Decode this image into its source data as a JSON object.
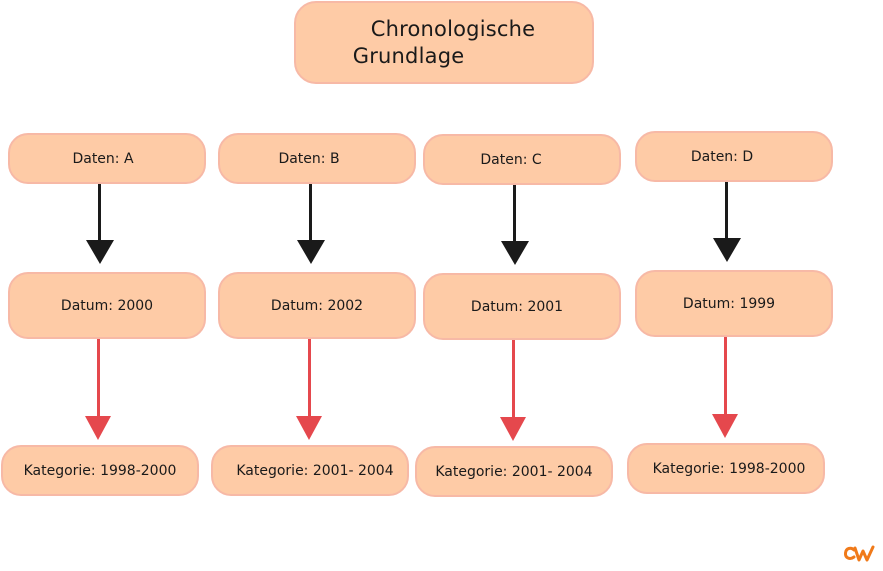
{
  "title": {
    "line1": "Chronologische",
    "line2": "Grundlage"
  },
  "columns": [
    {
      "daten": "Daten: A",
      "datum": "Datum: 2000",
      "kategorie": "Kategorie: 1998-2000"
    },
    {
      "daten": "Daten: B",
      "datum": "Datum: 2002",
      "kategorie": "Kategorie: 2001- 2004"
    },
    {
      "daten": "Daten: C",
      "datum": "Datum: 2001",
      "kategorie": "Kategorie: 2001- 2004"
    },
    {
      "daten": "Daten: D",
      "datum": "Datum: 1999",
      "kategorie": "Kategorie: 1998-2000"
    }
  ],
  "colors": {
    "node_fill": "#fecba6",
    "node_border": "#f7b9a6",
    "arrow_primary": "#1a1a1a",
    "arrow_secondary": "#e5484d",
    "logo": "#f07a1a"
  },
  "logo_icon": "cw-logo"
}
